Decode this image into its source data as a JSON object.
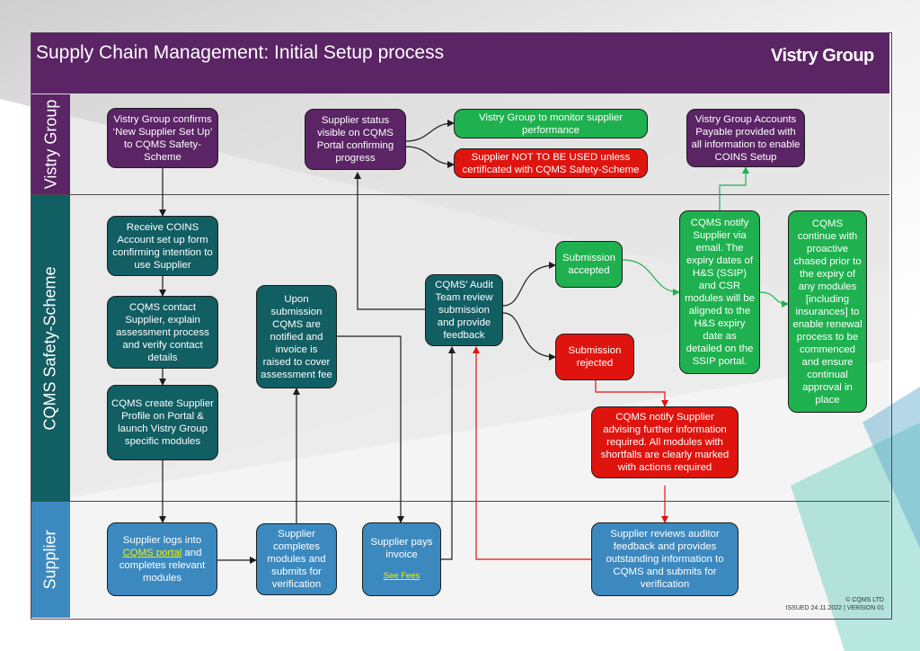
{
  "header": {
    "title": "Supply Chain Management: Initial Setup process",
    "logo": "Vistry Group"
  },
  "lanes": {
    "vistry": "Vistry Group",
    "cqms": "CQMS Safety-Scheme",
    "supplier": "Supplier"
  },
  "steps": {
    "vg_confirms": "Vistry Group confirms ‘New Supplier Set Up’ to CQMS Safety-Scheme",
    "status_visible": "Supplier status visible on CQMS Portal confirming progress",
    "monitor": "Vistry Group to monitor supplier performance",
    "not_used": "Supplier NOT TO BE USED unless certificated with CQMS Safety-Scheme",
    "accounts": "Vistry Group Accounts Payable provided with all information to enable COINS Setup",
    "receive_coins": "Receive COINS Account set up form confirming intention to use Supplier",
    "contact_supplier": "CQMS contact Supplier, explain assessment process and verify contact details",
    "create_profile": "CQMS create Supplier Profile on Portal & launch Vistry Group specific modules",
    "upon_submission": "Upon submission CQMS are notified and invoice is raised to cover assessment fee",
    "audit_team": "CQMS’ Audit Team review submission and provide feedback",
    "accepted": "Submission accepted",
    "rejected": "Submission rejected",
    "notify_email": "CQMS notify Supplier via email.  The expiry dates of H&S (SSIP) and CSR modules will be aligned to the H&S expiry date as detailed on the SSIP portal.",
    "continue": "CQMS continue with proactive chased prior to the expiry of any modules [including insurances] to enable renewal process to be commenced and ensure continual approval in place",
    "notify_further": "CQMS notify Supplier advising further information required.  All modules with shortfalls are clearly marked with actions required",
    "logs_pre": "Supplier logs into",
    "logs_link": "CQMS portal",
    "logs_post": "and completes relevant modules",
    "completes": "Supplier completes modules and submits for verification",
    "pays": "Supplier pays invoice",
    "see_fees": "See Fees",
    "reviews": "Supplier reviews auditor feedback and provides outstanding information to CQMS and submits for verification"
  },
  "footer": {
    "copyright": "© CQMS LTD",
    "issued": "ISSUED 24.11.2022 | VERSION 01"
  },
  "colors": {
    "purple": "#5b2465",
    "teal": "#115e63",
    "green": "#1fb14f",
    "red": "#e0140f",
    "blue": "#3c89c0"
  }
}
